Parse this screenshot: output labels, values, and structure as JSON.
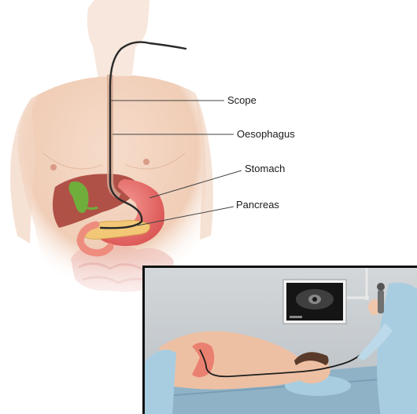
{
  "labels": {
    "scope": "Scope",
    "oesophagus": "Oesophagus",
    "stomach": "Stomach",
    "pancreas": "Pancreas"
  },
  "colors": {
    "skin": "#f3d2bc",
    "skin_shadow": "#e8b79c",
    "stomach": "#ee6f6f",
    "liver": "#a8423a",
    "gallbladder": "#6fae3b",
    "pancreas": "#f2c877",
    "intestine": "#e9a9a3",
    "scope": "#2a2a2a",
    "leader_line": "#444444",
    "inset_frame": "#111111",
    "inset_wall": "#c9ced2",
    "gown": "#a9cde0"
  }
}
